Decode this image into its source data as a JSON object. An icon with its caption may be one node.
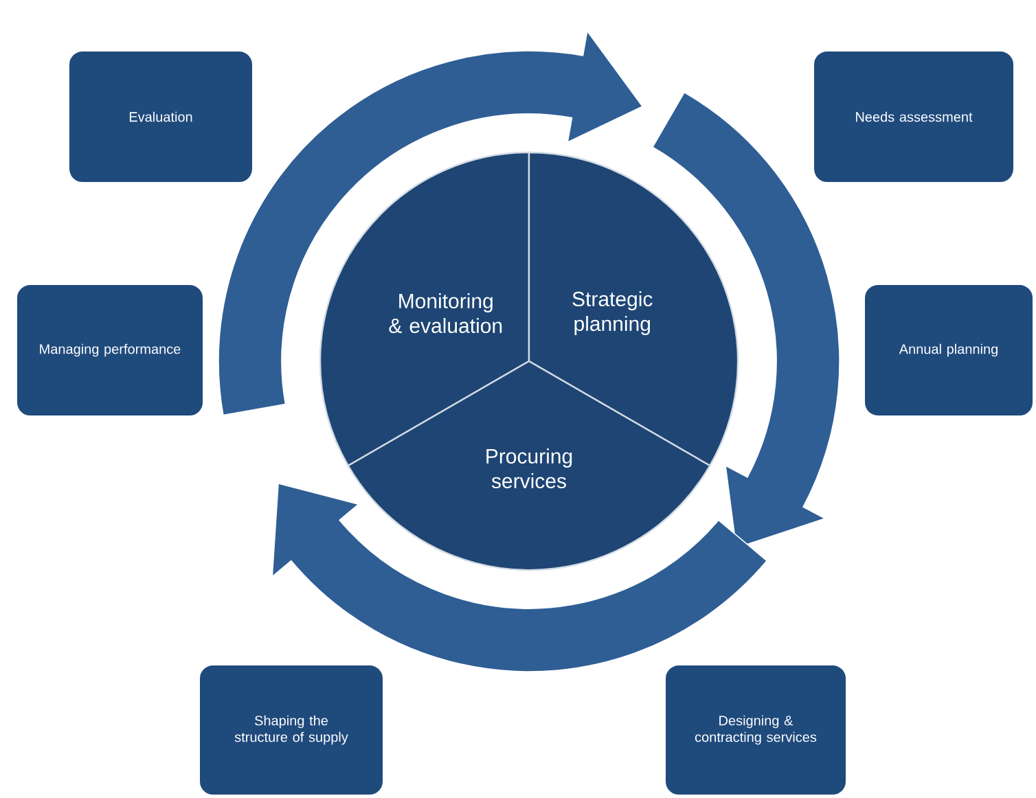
{
  "diagram": {
    "nodes": [
      {
        "text": [
          "Evaluation"
        ]
      },
      {
        "text": [
          "Needs assessment"
        ]
      },
      {
        "text": [
          "Managing performance"
        ]
      },
      {
        "text": [
          "Annual planning"
        ]
      },
      {
        "text": [
          "Monitoring & evaluation"
        ]
      },
      {
        "text": [
          "Strategic planning"
        ]
      },
      {
        "text": [
          "Procuring services"
        ]
      },
      {
        "text": [
          "Shaping the structure of supply"
        ]
      },
      {
        "text": [
          "Designing & contracting services"
        ]
      }
    ],
    "edges": [
      {
        "from": 4,
        "to": 5,
        "arrow": "to",
        "style": "thick"
      },
      {
        "from": 5,
        "to": 6,
        "arrow": "to",
        "style": "thick"
      },
      {
        "from": 6,
        "to": 4,
        "arrow": "to",
        "style": "thick"
      }
    ]
  }
}
